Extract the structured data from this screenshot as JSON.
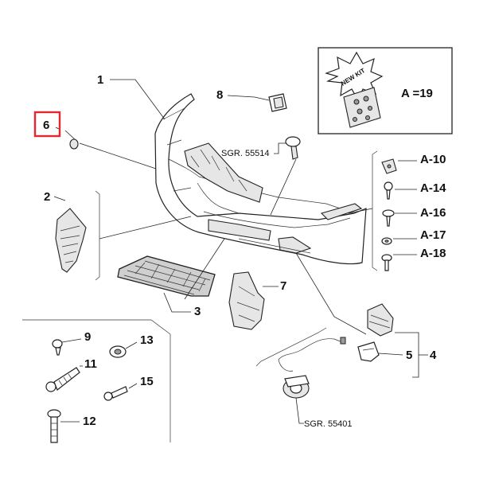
{
  "callouts": {
    "c1": "1",
    "c2": "2",
    "c3": "3",
    "c4": "4",
    "c5": "5",
    "c6": "6",
    "c7": "7",
    "c8": "8",
    "c9": "9",
    "c11": "11",
    "c12": "12",
    "c13": "13",
    "c15": "15",
    "a10": "A-10",
    "a14": "A-14",
    "a16": "A-16",
    "a17": "A-17",
    "a18": "A-18"
  },
  "kit": {
    "badge": "NEW KIT",
    "label": "A =19"
  },
  "references": {
    "sgr1": "SGR. 55514",
    "sgr2": "SGR. 55401"
  },
  "colors": {
    "highlight": "#e8262f",
    "ink": "#222222"
  }
}
